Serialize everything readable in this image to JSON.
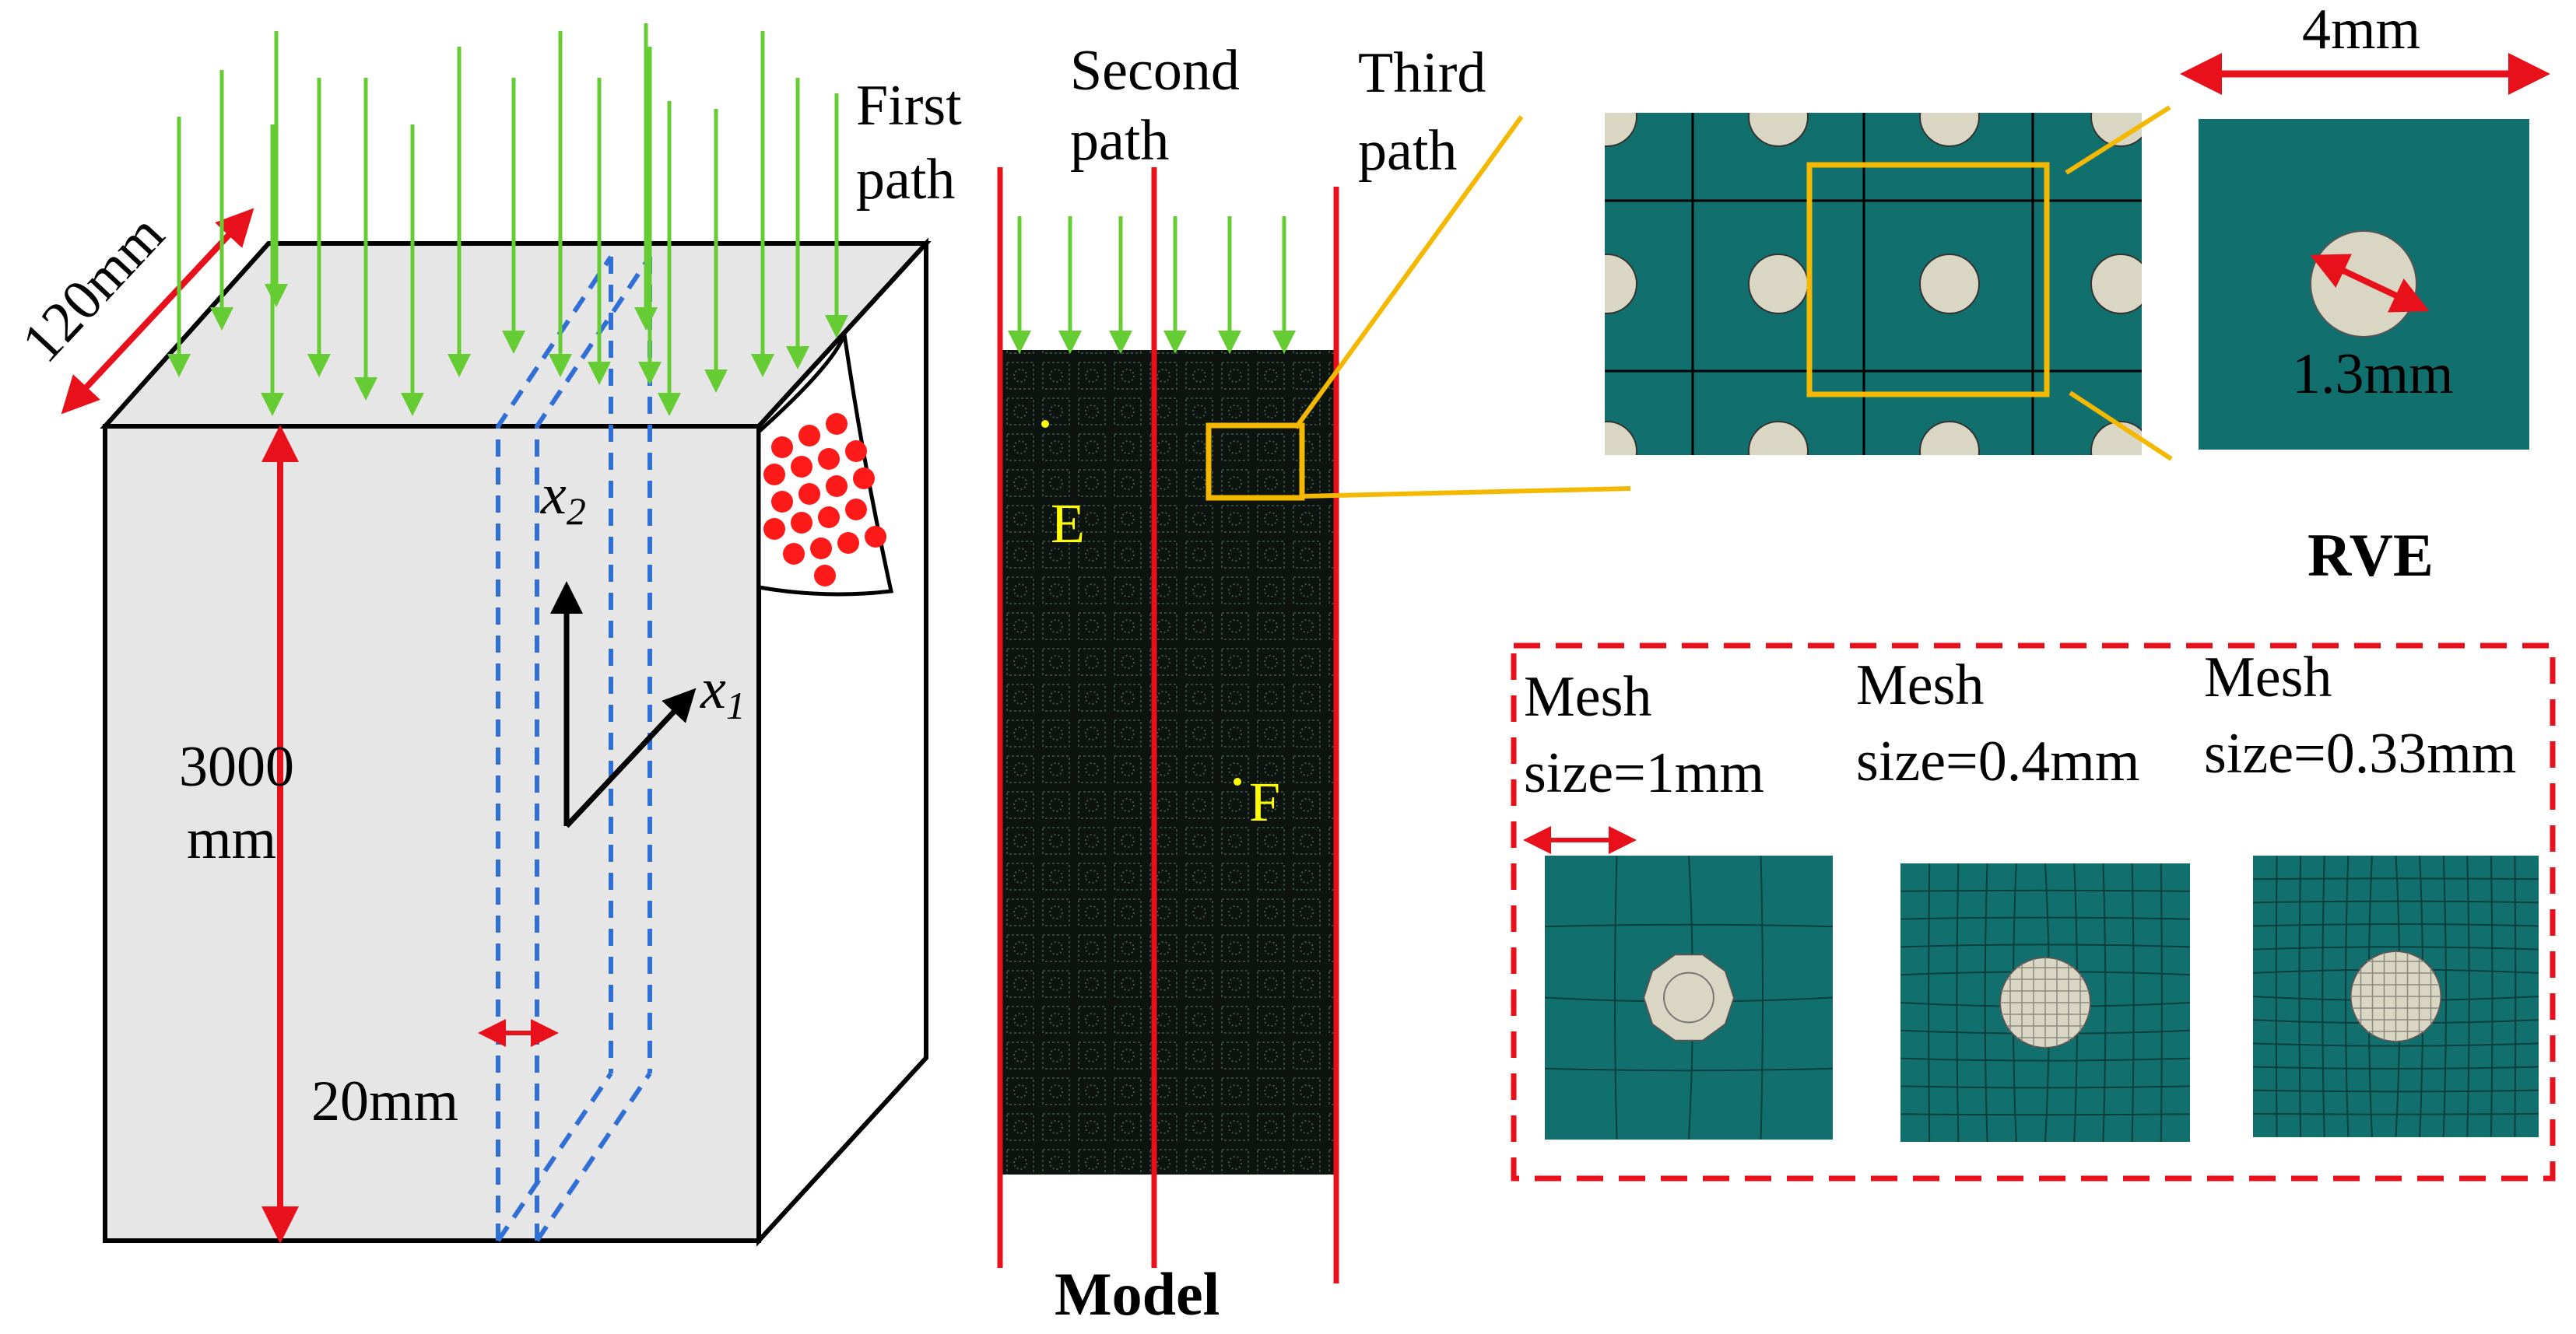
{
  "colors": {
    "load_arrow": "#66cc33",
    "dimension": "#e8101b",
    "path_line": "#e8101b",
    "plane_dash": "#2f6fd6",
    "zoom_frame": "#f5b800",
    "matrix": "#11706e",
    "fiber": "#d9d6c3",
    "block_face": "#e6e6e6",
    "model_bg": "#101a12",
    "point_marker": "#ffff00"
  },
  "block": {
    "depth_label": "120mm",
    "height_label_line1": "3000",
    "height_label_line2": "mm",
    "thickness_label": "20mm",
    "axis_x1": "x",
    "axis_x1_sub": "1",
    "axis_x2": "x",
    "axis_x2_sub": "2"
  },
  "paths": {
    "first_line1": "First",
    "first_line2": "path",
    "second_line1": "Second",
    "second_line2": "path",
    "third_line1": "Third",
    "third_line2": "path"
  },
  "model": {
    "caption": "Model",
    "point_e": "E",
    "point_f": "F"
  },
  "rve": {
    "width_label": "4mm",
    "fiber_label": "1.3mm",
    "caption": "RVE"
  },
  "meshes": [
    {
      "line1": "Mesh",
      "line2": "size=1mm",
      "density": 4
    },
    {
      "line1": "Mesh",
      "line2": "size=0.4mm",
      "density": 10
    },
    {
      "line1": "Mesh",
      "line2": "size=0.33mm",
      "density": 12
    }
  ]
}
